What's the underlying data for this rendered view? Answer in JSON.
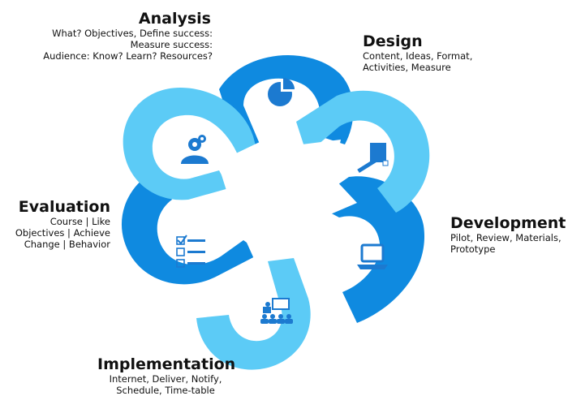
{
  "colors": {
    "dark_blue": "#0f8ae0",
    "light_blue": "#5ccbf6",
    "icon_blue": "#1c7ad0"
  },
  "steps": {
    "analysis": {
      "title": "Analysis",
      "lines": [
        "What? Objectives, Define success:",
        "Measure success:",
        "Audience: Know? Learn? Resources?"
      ],
      "icon": "pie-chart-icon"
    },
    "design": {
      "title": "Design",
      "lines": [
        "Content, Ideas, Format,",
        "Activities, Measure"
      ],
      "icon": "pen-document-icon"
    },
    "development": {
      "title": "Development",
      "lines": [
        "Pilot, Review, Materials,",
        "Prototype"
      ],
      "icon": "laptop-icon"
    },
    "implementation": {
      "title": "Implementation",
      "lines": [
        "Internet, Deliver, Notify,",
        "Schedule, Time-table"
      ],
      "icon": "presentation-audience-icon"
    },
    "evaluation": {
      "title": "Evaluation",
      "lines": [
        "Course | Like",
        "Objectives | Achieve",
        "Change | Behavior"
      ],
      "icon": "checklist-icon"
    },
    "people": {
      "icon": "person-gears-icon"
    }
  }
}
